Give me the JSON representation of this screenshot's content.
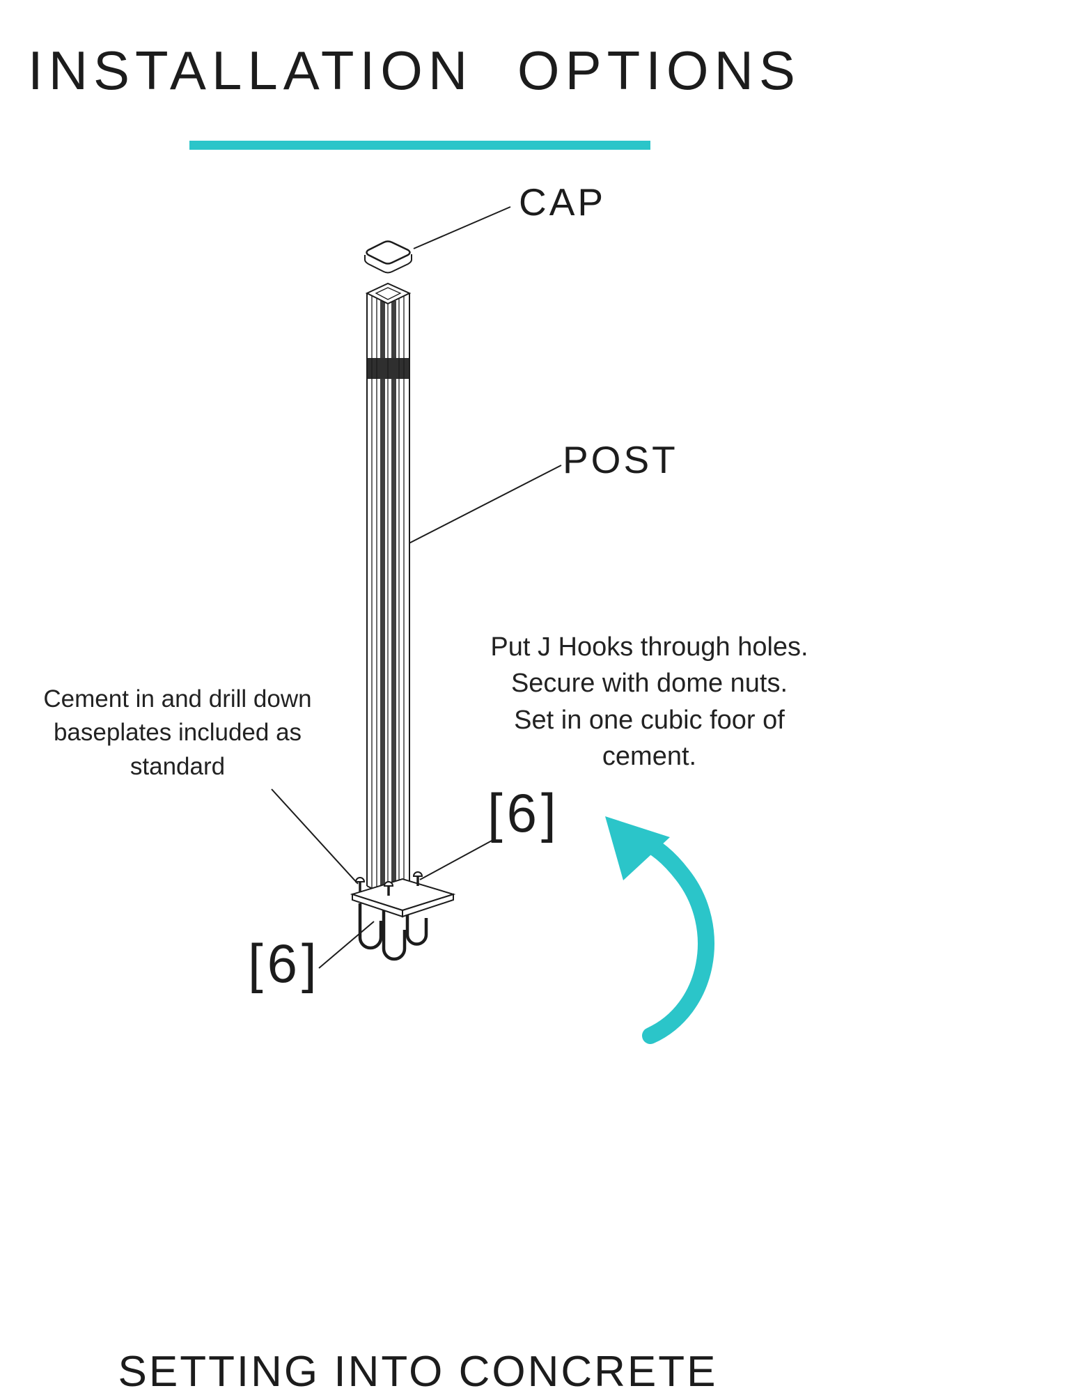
{
  "page": {
    "title": "INSTALLATION OPTIONS",
    "footer": "SETTING INTO CONCRETE"
  },
  "labels": {
    "cap": "CAP",
    "post": "POST",
    "qty_left": "[6]",
    "qty_right": "[6]"
  },
  "notes": {
    "left_lines": [
      "Cement in and drill down",
      "baseplates included as",
      "standard"
    ],
    "right_lines": [
      "Put J Hooks through holes.",
      "Secure with dome nuts.",
      "Set in one cubic foor of",
      "cement."
    ]
  },
  "colors": {
    "accent": "#2bc5c9",
    "ink": "#1c1c1c"
  }
}
